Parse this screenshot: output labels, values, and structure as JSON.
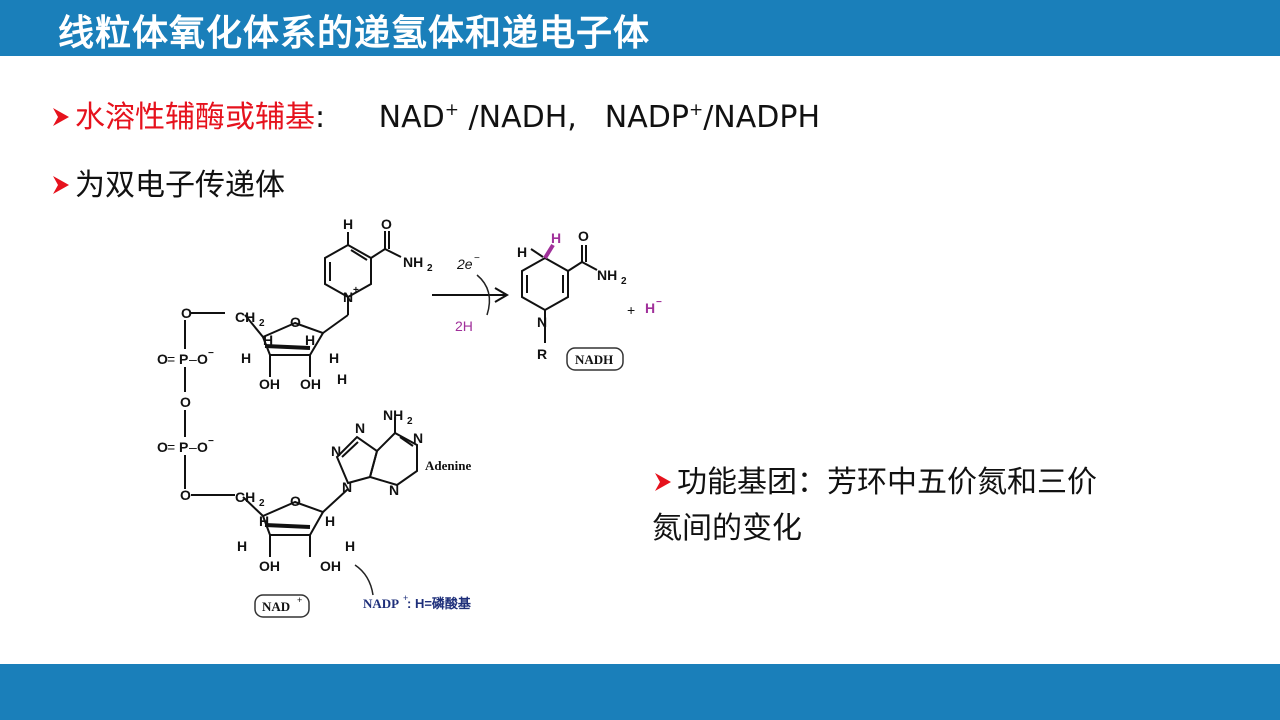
{
  "header": {
    "title": "线粒体氧化体系的递氢体和递电子体"
  },
  "bullets": [
    {
      "label": "水溶性辅酶或辅基",
      "colon": ":",
      "formula": {
        "nad": "NAD",
        "plus1": "+",
        "nadh": " /NADH,",
        "nadp": "NADP",
        "plus2": "+",
        "nadph": "/NADPH"
      }
    },
    {
      "label": "为双电子传递体"
    },
    {
      "label": "功能基团：芳环中五价氮和三价",
      "continuation": "氮间的变化"
    }
  ],
  "figure": {
    "labels": {
      "h": "H",
      "o": "O",
      "n": "N",
      "p": "P",
      "r": "R",
      "ch2": "CH",
      "two": "2",
      "oh": "OH",
      "nh2": "NH",
      "plus": "+",
      "minus": "−",
      "two_e": "2e",
      "two_h": "2H",
      "h_minus": "H",
      "adenine": "Adenine",
      "nad_box": "NAD",
      "nadh_box": "NADH",
      "nadp_note": "NADP",
      "nadp_note_rest": ": H=磷酸基"
    }
  },
  "colors": {
    "bar": "#1a7fba",
    "accent_red": "#e6121d",
    "purple": "#a0309a",
    "navy": "#1e2f7a"
  }
}
